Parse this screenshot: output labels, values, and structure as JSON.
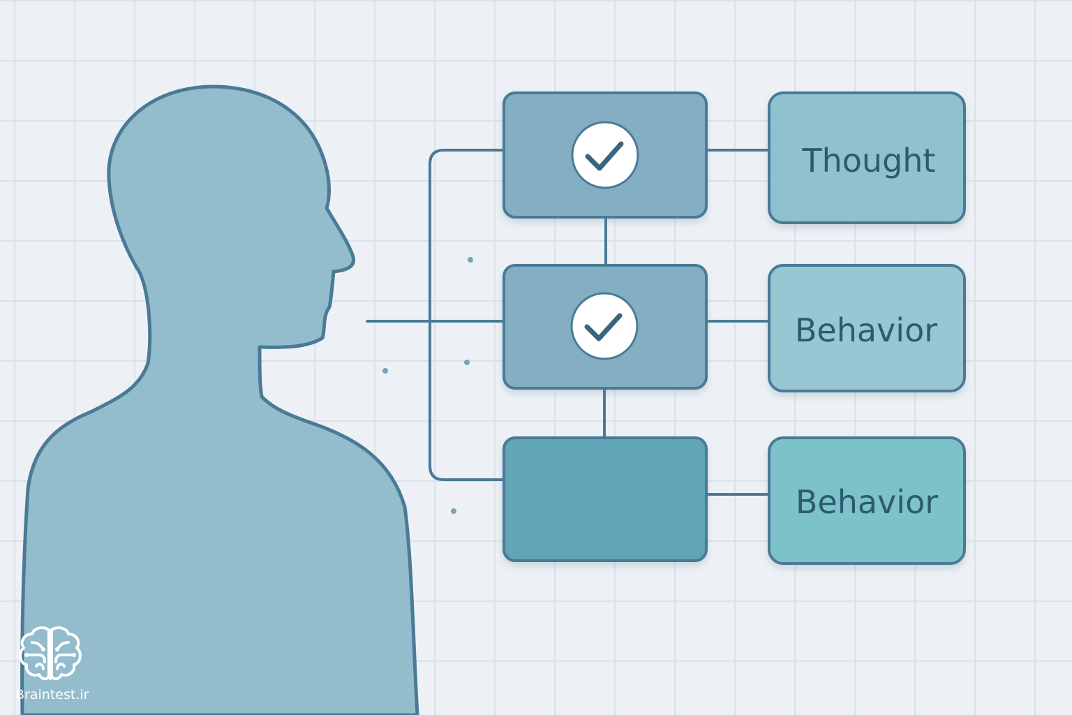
{
  "labels": {
    "top": "Thought",
    "middle": "Behavior",
    "bottom": "Behavior"
  },
  "watermark": {
    "text": "Braintest.ir",
    "icon": "brain-icon"
  },
  "icons": {
    "check": "checkmark-icon"
  },
  "colors": {
    "background": "#edf1f5",
    "grid": "#dbe1e8",
    "silhouette_fill": "#93bccd",
    "outline": "#4a7a96",
    "node_fill": "#84afc3",
    "node_bottom_fill": "#62a5b7",
    "label_fill_top": "#8fc1cf",
    "label_fill_middle": "#98c6d3",
    "label_fill_bottom": "#7dc2c8",
    "text": "#2e5a70",
    "check_circle": "#ffffff"
  }
}
